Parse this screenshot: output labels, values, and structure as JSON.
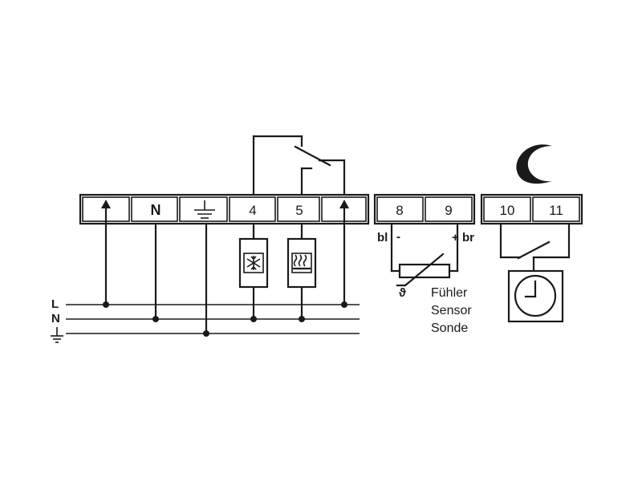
{
  "terminals": {
    "n": "N",
    "t4": "4",
    "t5": "5",
    "t8": "8",
    "t9": "9",
    "t10": "10",
    "t11": "11"
  },
  "lines": {
    "l": "L",
    "n": "N"
  },
  "sensor": {
    "wire_left": "bl",
    "wire_right": "br",
    "pol_minus": "-",
    "pol_plus": "+",
    "theta": "ϑ",
    "label_de": "Fühler",
    "label_en": "Sensor",
    "label_fr": "Sonde"
  },
  "icons": [
    "arrow-up-icon",
    "earth-ground-icon",
    "snowflake-icon",
    "heating-icon",
    "moon-icon",
    "clock-icon"
  ]
}
